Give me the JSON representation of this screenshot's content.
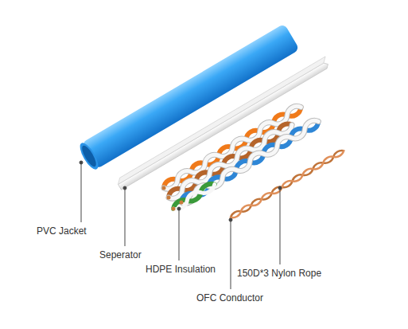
{
  "diagram": {
    "labels": [
      "PVC Jacket",
      "Seperator",
      "HDPE Insulation",
      "150D*3 Nylon Rope",
      "OFC Conductor"
    ]
  }
}
